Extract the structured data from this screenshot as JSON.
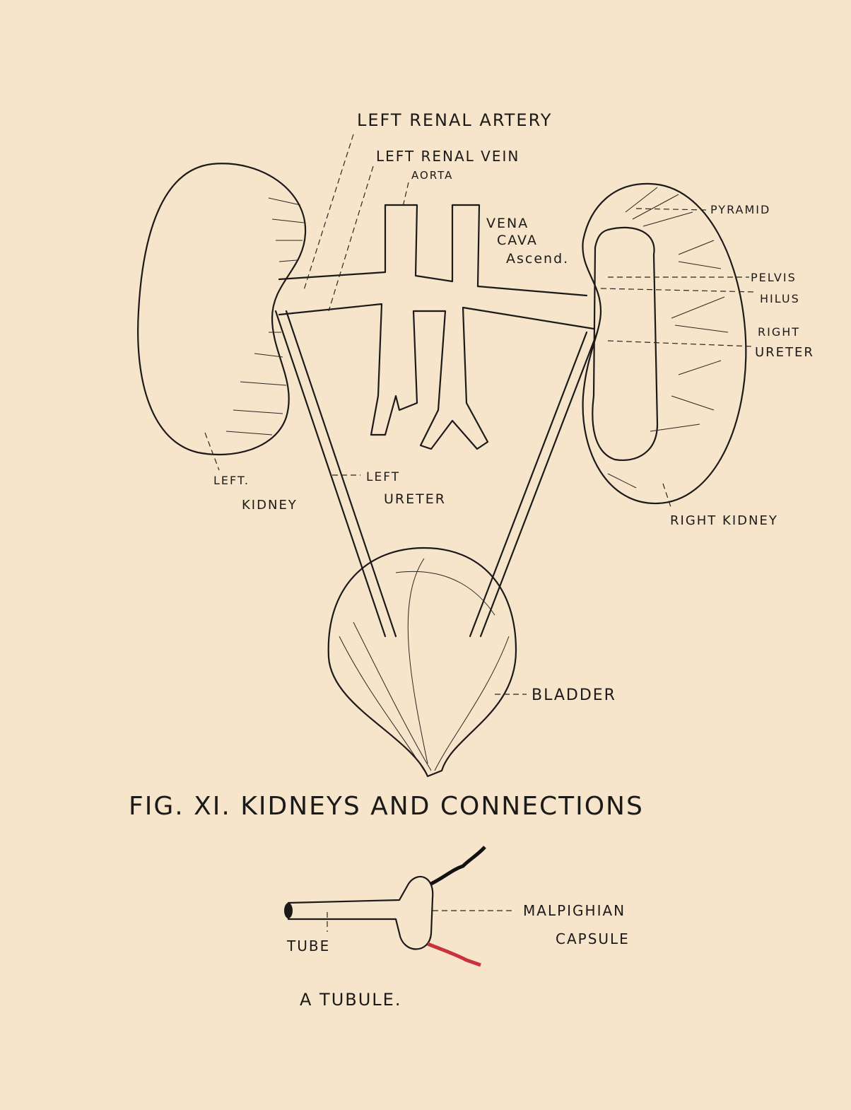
{
  "labels": {
    "left_renal_artery": "LEFT RENAL ARTERY",
    "left_renal_vein": "LEFT RENAL VEIN",
    "aorta": "AORTA",
    "vena_cava_1": "VENA",
    "vena_cava_2": "CAVA",
    "vena_cava_3": "Ascend.",
    "pyramid": "PYRAMID",
    "pelvis": "PELVIS",
    "hilus": "HILUS",
    "right_ureter_1": "RIGHT",
    "right_ureter_2": "URETER",
    "left_kidney_1": "LEFT.",
    "left_kidney_2": "KIDNEY",
    "left_ureter_1": "LEFT",
    "left_ureter_2": "URETER",
    "right_kidney": "RIGHT KIDNEY",
    "bladder": "BLADDER"
  },
  "figure_title": "FIG. XI. KIDNEYS AND CONNECTIONS",
  "tubule": {
    "tube": "TUBE",
    "capsule_1": "MALPIGHIAN",
    "capsule_2": "CAPSULE",
    "caption": "A TUBULE."
  },
  "colors": {
    "paper": "#f6e4cb",
    "ink": "#1c1a18",
    "red_vessel": "#c8323c"
  }
}
